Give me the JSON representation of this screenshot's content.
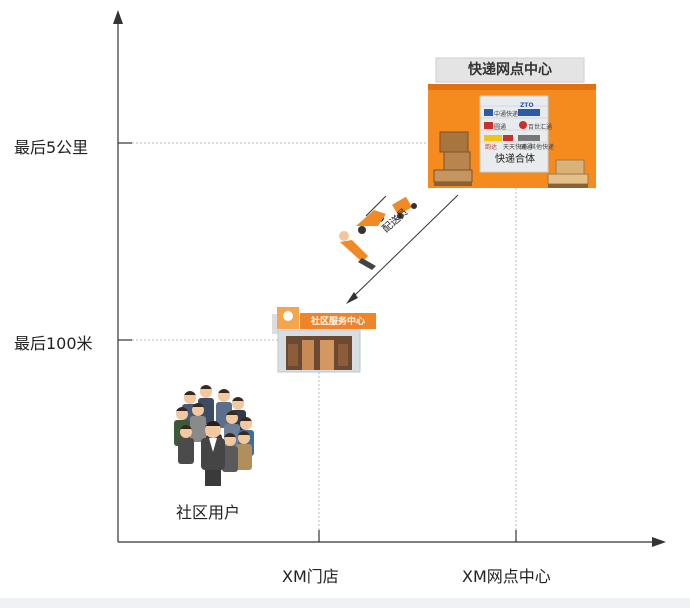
{
  "axes": {
    "y_labels": [
      "最后5公里",
      "最后100米"
    ],
    "x_labels": [
      "XM门店",
      "XM网点中心"
    ]
  },
  "nodes": {
    "hub": {
      "sign": "快递网点中心",
      "door_label": "快递合体",
      "brands": [
        "中通快递",
        "ZTO",
        "圆通",
        "百世汇通",
        "韵达",
        "天天快递",
        "国通",
        "其他快递"
      ]
    },
    "store": {
      "sign": "社区服务中心"
    },
    "users": {
      "label": "社区用户"
    }
  },
  "flow": {
    "courier_label": "配送员"
  },
  "colors": {
    "hub_orange": "#f58a1f",
    "store_orange": "#f0842a",
    "axis": "#333333",
    "guide": "#b8b8b8"
  }
}
